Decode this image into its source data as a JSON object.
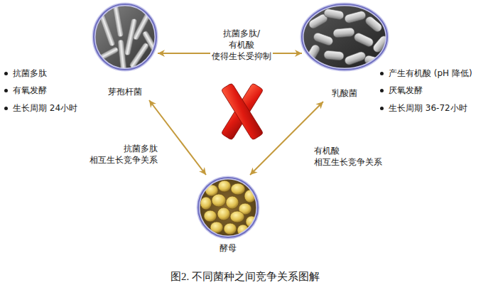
{
  "diagram": {
    "caption": "图2. 不同菌种之间竞争关系图解",
    "nodes": [
      {
        "text": [
          "芽孢杆菌"
        ]
      },
      {
        "text": [
          "乳酸菌"
        ]
      },
      {
        "text": [
          "酵母"
        ]
      }
    ],
    "edges": [
      {
        "from": 0,
        "to": 1,
        "label": "抗菌多肽/有机酸 使得生长受抑制",
        "arrow": "both"
      },
      {
        "from": 0,
        "to": 2,
        "label": "抗菌多肽 相互生长竞争关系",
        "arrow": "both"
      },
      {
        "from": 1,
        "to": 2,
        "label": "有机酸 相互生长竞争关系",
        "arrow": "both"
      }
    ],
    "labels": [
      "抗菌多肽",
      "有氧发酵",
      "生长周期 24小时",
      "产生有机酸 (pH 降低)",
      "厌氧发酵",
      "生长周期 36-72小时"
    ]
  }
}
